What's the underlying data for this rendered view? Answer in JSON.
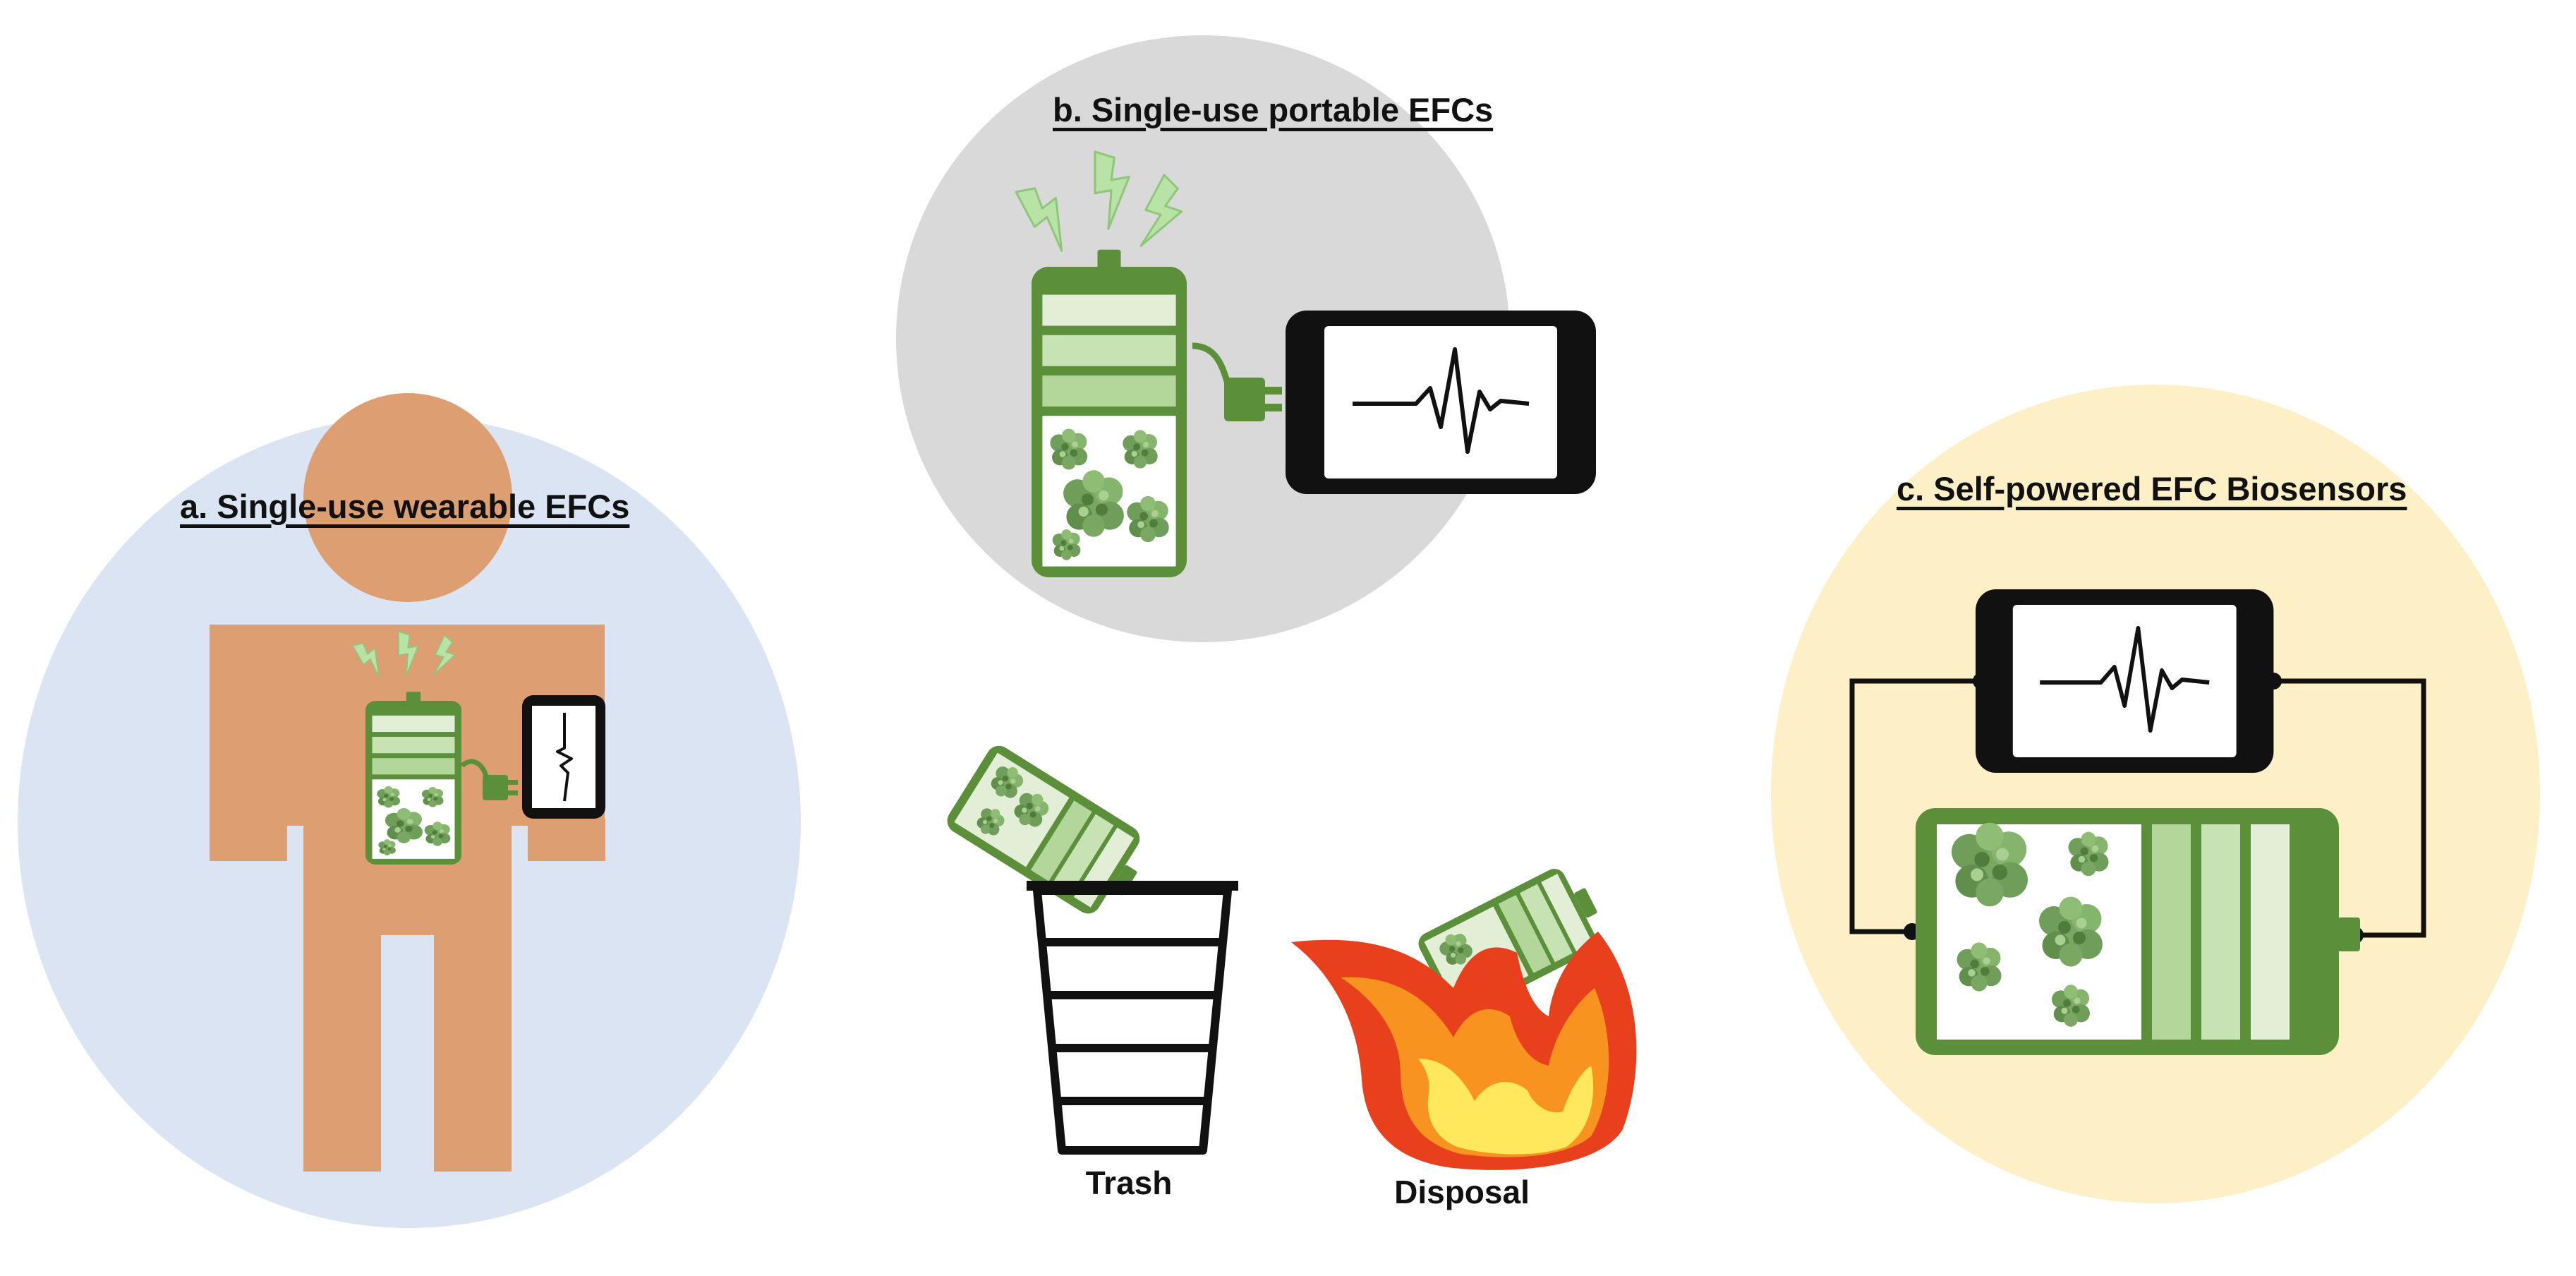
{
  "panels": {
    "wearable": {
      "label": "a. Single-use wearable EFCs",
      "bg_color": "#dbe4f2"
    },
    "portable": {
      "label": "b. Single-use portable EFCs",
      "bg_color": "#d9d9d9"
    },
    "biosensor": {
      "label": "c. Self-powered EFC Biosensors",
      "bg_color": "#fdefc6"
    }
  },
  "end_of_life": {
    "trash_label": "Trash",
    "disposal_label": "Disposal"
  },
  "colors": {
    "battery_green": "#5b8f3a",
    "battery_light": "#e2efd6",
    "battery_mid": "#b3d69a",
    "enzyme_green": "#6f9e5a",
    "skin": "#dd9e72",
    "phone_black": "#111111",
    "bolt": "#b9e2a6",
    "fire_red": "#e8401c",
    "fire_orange": "#f7931e",
    "fire_yellow": "#ffe85c"
  },
  "icons": [
    "person-icon",
    "battery-icon",
    "smartphone-icon",
    "lightning-bolt-icon",
    "plug-icon",
    "ecg-waveform-icon",
    "trash-can-icon",
    "fire-icon"
  ]
}
